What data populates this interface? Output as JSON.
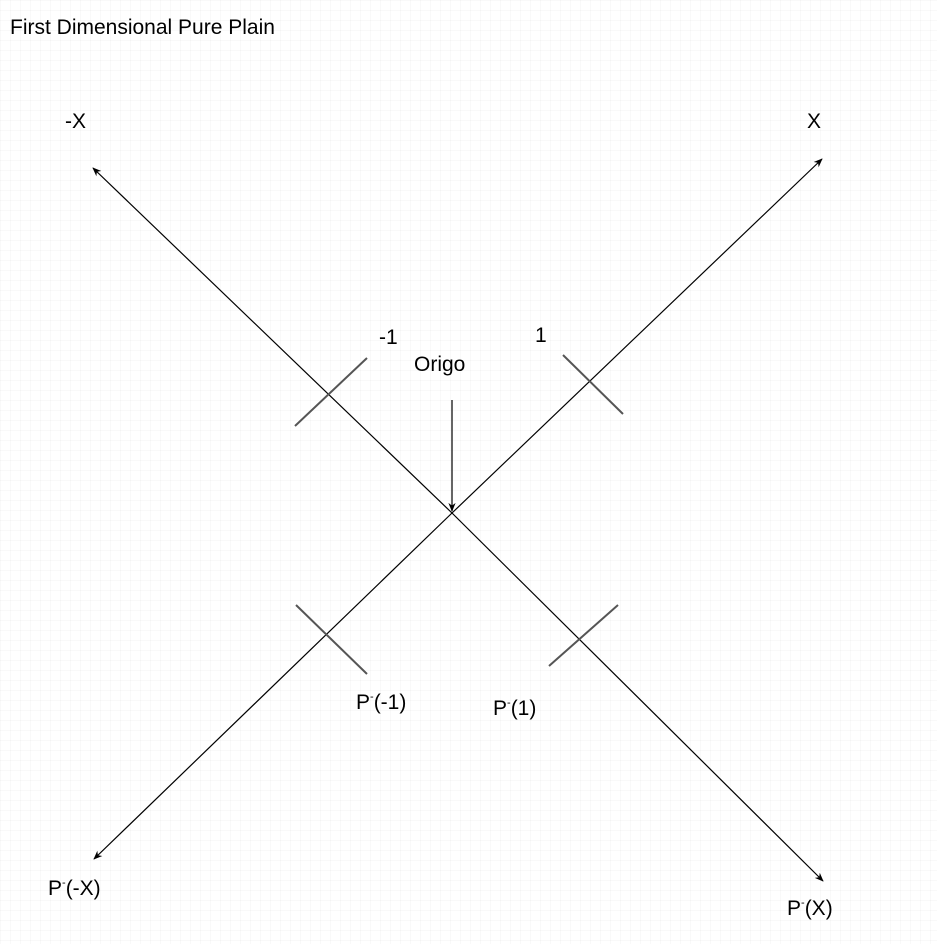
{
  "title": "First Dimensional Pure Plain",
  "labels": {
    "neg_x": "-X",
    "x": "X",
    "neg_one": "-1",
    "one": "1",
    "origo": "Origo",
    "p_neg_one": {
      "base": "P",
      "sup": "-",
      "arg": "(-1)"
    },
    "p_one": {
      "base": "P",
      "sup": "-",
      "arg": "(1)"
    },
    "p_neg_x": {
      "base": "P",
      "sup": "-",
      "arg": "(-X)"
    },
    "p_x": {
      "base": "P",
      "sup": "-",
      "arg": "(X)"
    }
  },
  "colors": {
    "line": "#000000",
    "tick": "#555555"
  }
}
